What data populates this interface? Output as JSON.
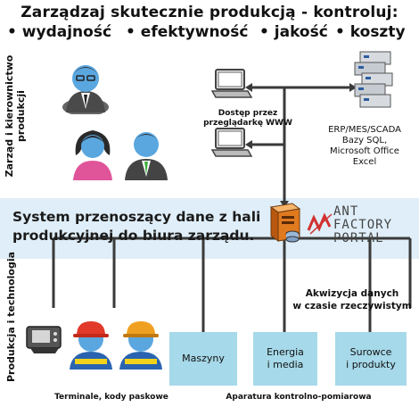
{
  "title": "Zarządzaj skutecznie produkcją - kontroluj:",
  "bullets": [
    "• wydajność",
    "• efektywność",
    "• jakość",
    "• koszty"
  ],
  "section_top": [
    "Zarząd i kierownictwo",
    "produkcji"
  ],
  "section_bottom": "Produkcja i technologia",
  "browser_access": [
    "Dostęp przez",
    "przeglądarkę WWW"
  ],
  "servers_caption": [
    "ERP/MES/SCADA",
    "Bazy SQL,",
    "Microsoft Office",
    "Excel"
  ],
  "system_text": [
    "System przenoszący dane z hali",
    "produkcyjnej do biura zarządu."
  ],
  "logo": [
    "ANT",
    "FACTORY",
    "PORTAL"
  ],
  "realtime": [
    "Akwizycja danych",
    "w czasie rzeczywistym"
  ],
  "boxes": [
    {
      "lines": [
        "Maszyny"
      ]
    },
    {
      "lines": [
        "Energia",
        "i media"
      ]
    },
    {
      "lines": [
        "Surowce",
        "i produkty"
      ]
    }
  ],
  "terminals_caption": "Terminale, kody paskowe",
  "apparatus_caption": "Aparatura kontrolno-pomiarowa",
  "colors": {
    "band": "#dfeef8",
    "box": "#a6d9e9",
    "line": "#3a3a3a",
    "logo_red": "#d23030"
  }
}
